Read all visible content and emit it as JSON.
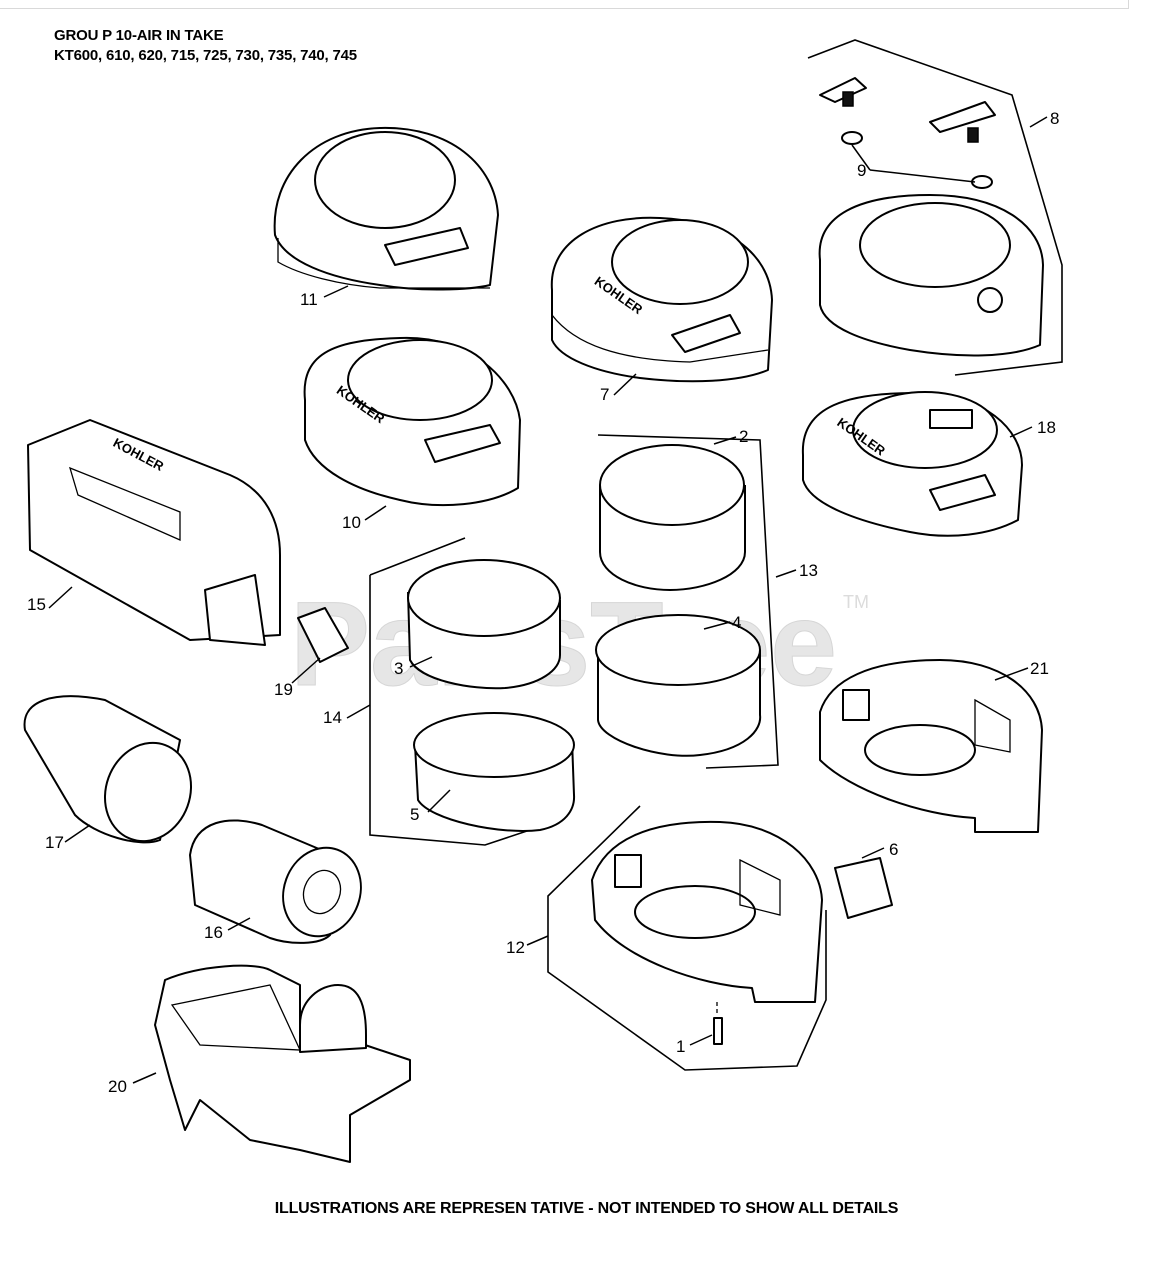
{
  "header": {
    "title": "GROU P 10-AIR IN TAKE",
    "models": "KT600, 610, 620, 715, 725, 730, 735, 740, 745"
  },
  "footer": {
    "note": "ILLUSTRATIONS ARE REPRESEN TATIVE - NOT INTENDED   TO SHOW ALL DETAILS"
  },
  "watermark": {
    "text": "PartsTree",
    "mark": "TM"
  },
  "brand_label": "KOHLER",
  "callouts": {
    "c1": "1",
    "c2": "2",
    "c3": "3",
    "c4": "4",
    "c5": "5",
    "c6": "6",
    "c7": "7",
    "c8": "8",
    "c9": "9",
    "c10": "10",
    "c11": "11",
    "c12": "12",
    "c13": "13",
    "c14": "14",
    "c15": "15",
    "c16": "16",
    "c17": "17",
    "c18": "18",
    "c19": "19",
    "c20": "20",
    "c21": "21"
  }
}
